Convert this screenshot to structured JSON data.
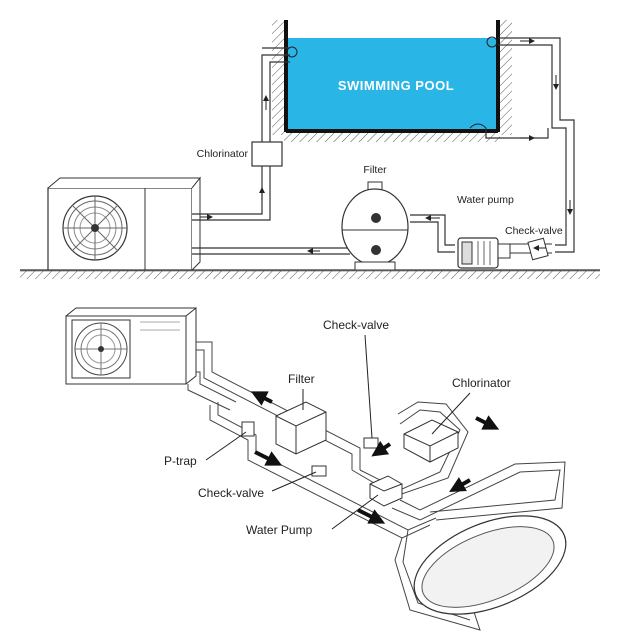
{
  "top_diagram": {
    "pool_label": "SWIMMING POOL",
    "labels": {
      "chlorinator": "Chlorinator",
      "filter": "Filter",
      "water_pump": "Water pump",
      "check_valve": "Check-valve"
    }
  },
  "bottom_diagram": {
    "labels": {
      "check_valve_top": "Check-valve",
      "filter": "Filter",
      "chlorinator": "Chlorinator",
      "p_trap": "P-trap",
      "check_valve_bottom": "Check-valve",
      "water_pump": "Water Pump"
    }
  },
  "colors": {
    "pool_water": "#29b6e6",
    "pool_wall": "#1a1a1a",
    "line": "#333333"
  }
}
